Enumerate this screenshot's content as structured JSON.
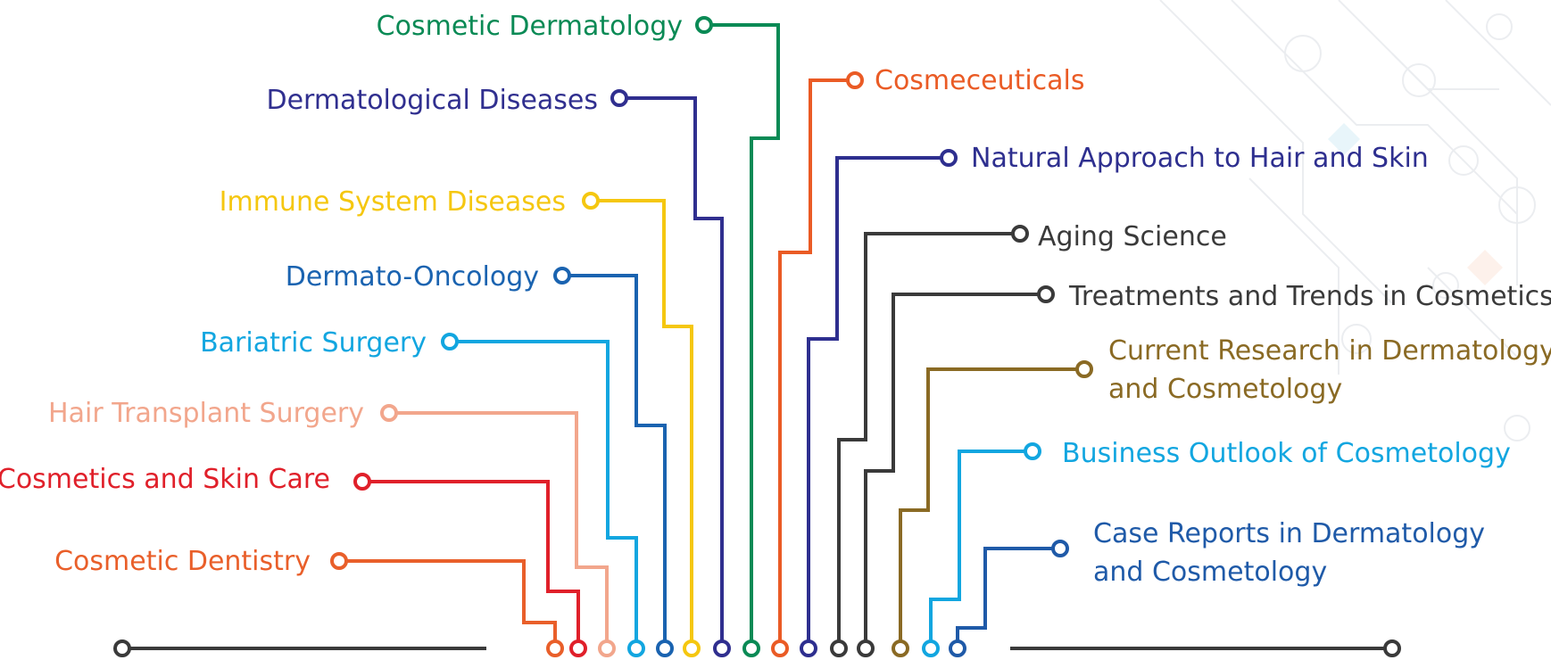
{
  "diagram": {
    "topics": [
      {
        "label": "Cosmetic Dermatology",
        "color": "#0a8a55"
      },
      {
        "label": "Dermatological Diseases",
        "color": "#302f8f"
      },
      {
        "label": "Immune System Diseases",
        "color": "#f5c710"
      },
      {
        "label": "Dermato-Oncology",
        "color": "#1a63b0"
      },
      {
        "label": "Bariatric Surgery",
        "color": "#12a6e0"
      },
      {
        "label": "Hair Transplant Surgery",
        "color": "#f2a68c"
      },
      {
        "label": "Cosmetics and Skin Care",
        "color": "#e0202a"
      },
      {
        "label": "Cosmetic Dentistry",
        "color": "#e95f2a"
      },
      {
        "label": "Cosmeceuticals",
        "color": "#ea5b25"
      },
      {
        "label": "Natural Approach to Hair and Skin",
        "color": "#2e2f8f"
      },
      {
        "label": "Aging Science",
        "color": "#3a3a3a"
      },
      {
        "label": "Treatments and Trends in Cosmetics",
        "color": "#3a3a3a"
      },
      {
        "label": "Current Research in Dermatology",
        "label2": "and Cosmetology",
        "color": "#8a6a24"
      },
      {
        "label": "Business Outlook of Cosmetology",
        "color": "#12a6e0"
      },
      {
        "label": "Case Reports in Dermatology",
        "label2": "and Cosmetology",
        "color": "#1f5aa8"
      }
    ],
    "baseline_color": "#3a3a3a"
  }
}
